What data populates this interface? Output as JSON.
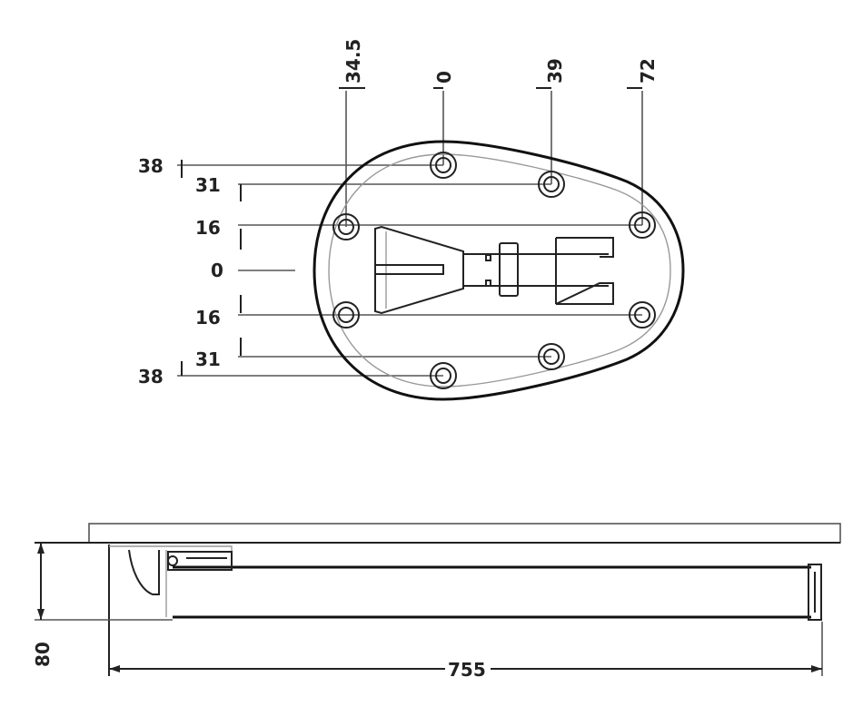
{
  "top_view": {
    "x_dimensions": [
      "34.5",
      "0",
      "39",
      "72"
    ],
    "y_dimensions": [
      "38",
      "31",
      "16",
      "0",
      "16",
      "31",
      "38"
    ]
  },
  "side_view": {
    "height_dimension": "80",
    "length_dimension": "755"
  }
}
